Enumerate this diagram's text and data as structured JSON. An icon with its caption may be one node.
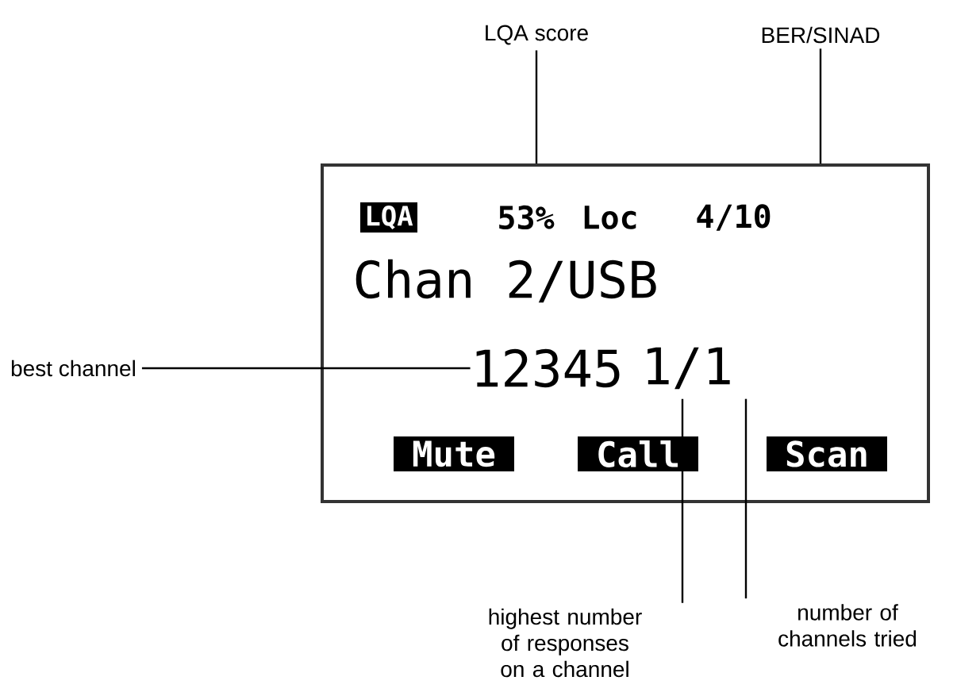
{
  "diagram": {
    "nodes": [
      {
        "text": [
          "LQA score"
        ]
      },
      {
        "text": [
          "BER/SINAD"
        ]
      },
      {
        "text": [],
        "shape": "box"
      },
      {
        "text": [
          "LQA"
        ],
        "in": 2
      },
      {
        "text": [
          "best channel"
        ]
      },
      {
        "text": [
          "12345"
        ],
        "in": 2
      },
      {
        "text": [
          "1/1"
        ],
        "in": 2
      },
      {
        "text": [
          "Mute"
        ],
        "in": 2
      },
      {
        "text": [
          "Call"
        ],
        "in": 2
      },
      {
        "text": [
          "Scan"
        ],
        "in": 2
      },
      {
        "text": [
          "highest number of responses on a channel"
        ]
      },
      {
        "text": [
          "number of channels tried"
        ]
      }
    ],
    "edges": [
      {
        "from": 0,
        "to": 2,
        "arrow": "none"
      },
      {
        "from": 1,
        "to": 2,
        "arrow": "none"
      },
      {
        "from": 4,
        "to": 5,
        "arrow": "none"
      },
      {
        "from": 10,
        "to": 6,
        "arrow": "none"
      },
      {
        "from": 11,
        "to": 6,
        "arrow": "none"
      }
    ],
    "labels": [
      "53%",
      "Loc",
      "4/10",
      "Chan 2/USB"
    ]
  }
}
